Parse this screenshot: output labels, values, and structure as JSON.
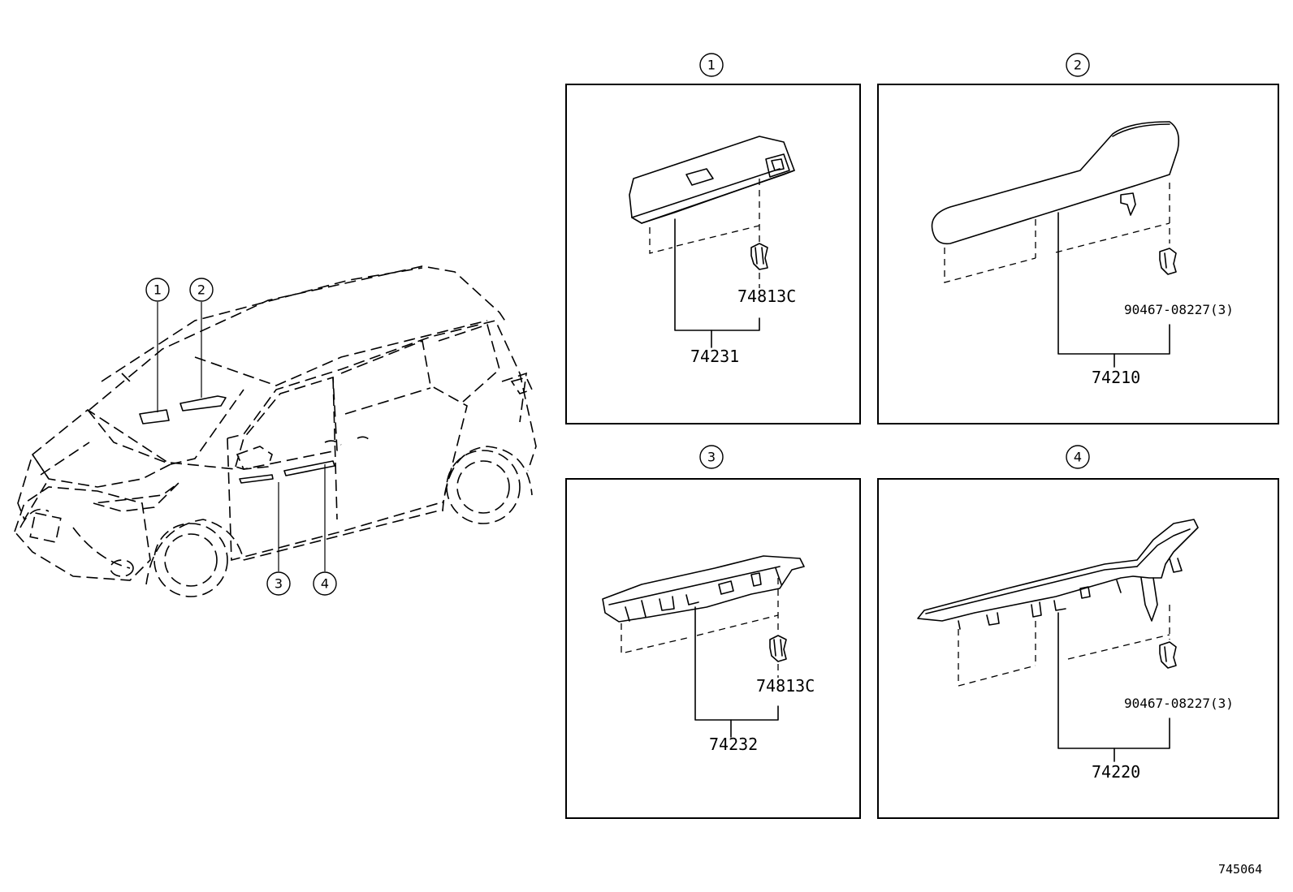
{
  "callouts": [
    "1",
    "2",
    "3",
    "4"
  ],
  "panels": [
    {
      "callout": "1",
      "part_number": "74231",
      "clip_number": "74813C"
    },
    {
      "callout": "2",
      "part_number": "74210",
      "clip_number": "90467-08227(3)"
    },
    {
      "callout": "3",
      "part_number": "74232",
      "clip_number": "74813C"
    },
    {
      "callout": "4",
      "part_number": "74220",
      "clip_number": "90467-08227(3)"
    }
  ],
  "reference_number": "745064"
}
